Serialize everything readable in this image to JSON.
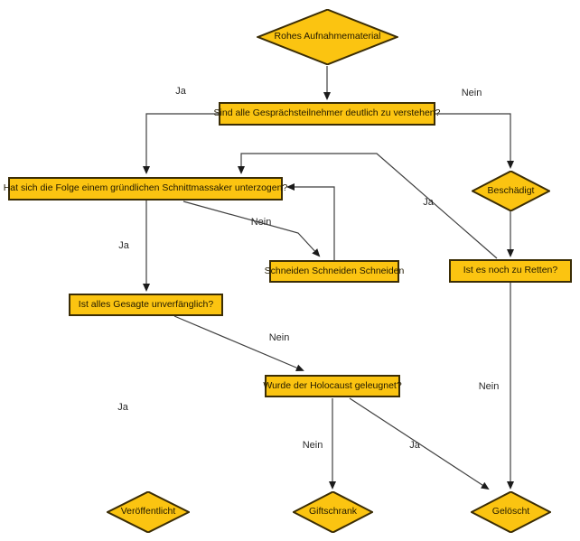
{
  "diagram": {
    "nodes": {
      "start": {
        "label": "Rohes Aufnahmematerial"
      },
      "verstehen": {
        "label": "Sind alle Gesprächsteilnehmer deutlich zu verstehen?"
      },
      "schnitt": {
        "label": "Hat sich die Folge einem gründlichen Schnittmassaker unterzogen?"
      },
      "schneiden": {
        "label": "Schneiden Schneiden Schneiden"
      },
      "beschaedigt": {
        "label": "Beschädigt"
      },
      "retten": {
        "label": "Ist es noch zu Retten?"
      },
      "unverfaenglich": {
        "label": "Ist alles Gesagte unverfänglich?"
      },
      "holocaust": {
        "label": "Wurde der Holocaust geleugnet?"
      },
      "veroeffentlicht": {
        "label": "Veröffentlicht"
      },
      "giftschrank": {
        "label": "Giftschrank"
      },
      "geloescht": {
        "label": "Gelöscht"
      }
    },
    "edge_labels": {
      "ja_verstehen": "Ja",
      "nein_verstehen": "Nein",
      "ja_retten_loop": "Ja",
      "nein_schnitt": "Nein",
      "ja_schnitt": "Ja",
      "nein_unverfaenglich": "Nein",
      "nein_retten": "Nein",
      "ja_unverfaenglich": "Ja",
      "nein_holocaust": "Nein",
      "ja_holocaust": "Ja"
    },
    "colors": {
      "node_fill": "#fbc411",
      "node_border": "#3b2d05",
      "line": "#3f3f3f",
      "background": "#ffffff"
    }
  }
}
